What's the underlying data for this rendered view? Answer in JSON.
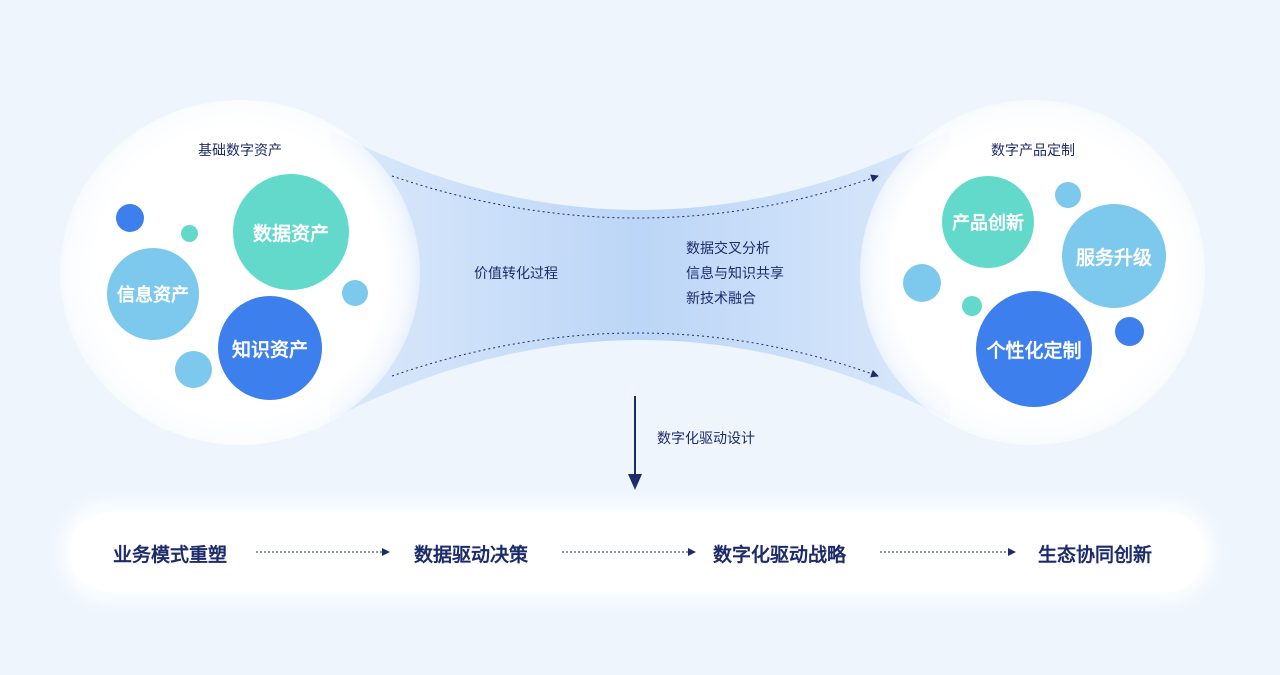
{
  "left_group": {
    "title": "基础数字资产",
    "bubbles": [
      "数据资产",
      "信息资产",
      "知识资产"
    ]
  },
  "middle": {
    "process_label": "价值转化过程",
    "methods": [
      "数据交叉分析",
      "信息与知识共享",
      "新技术融合"
    ],
    "down_label": "数字化驱动设计"
  },
  "right_group": {
    "title": "数字产品定制",
    "bubbles": [
      "产品创新",
      "服务升级",
      "个性化定制"
    ]
  },
  "flow_steps": [
    "业务模式重塑",
    "数据驱动决策",
    "数字化驱动战略",
    "生态协同创新"
  ],
  "colors": {
    "teal": "#63d9cc",
    "sky": "#7dc9ee",
    "blue": "#3d7fec",
    "navy": "#1d2b6b"
  }
}
